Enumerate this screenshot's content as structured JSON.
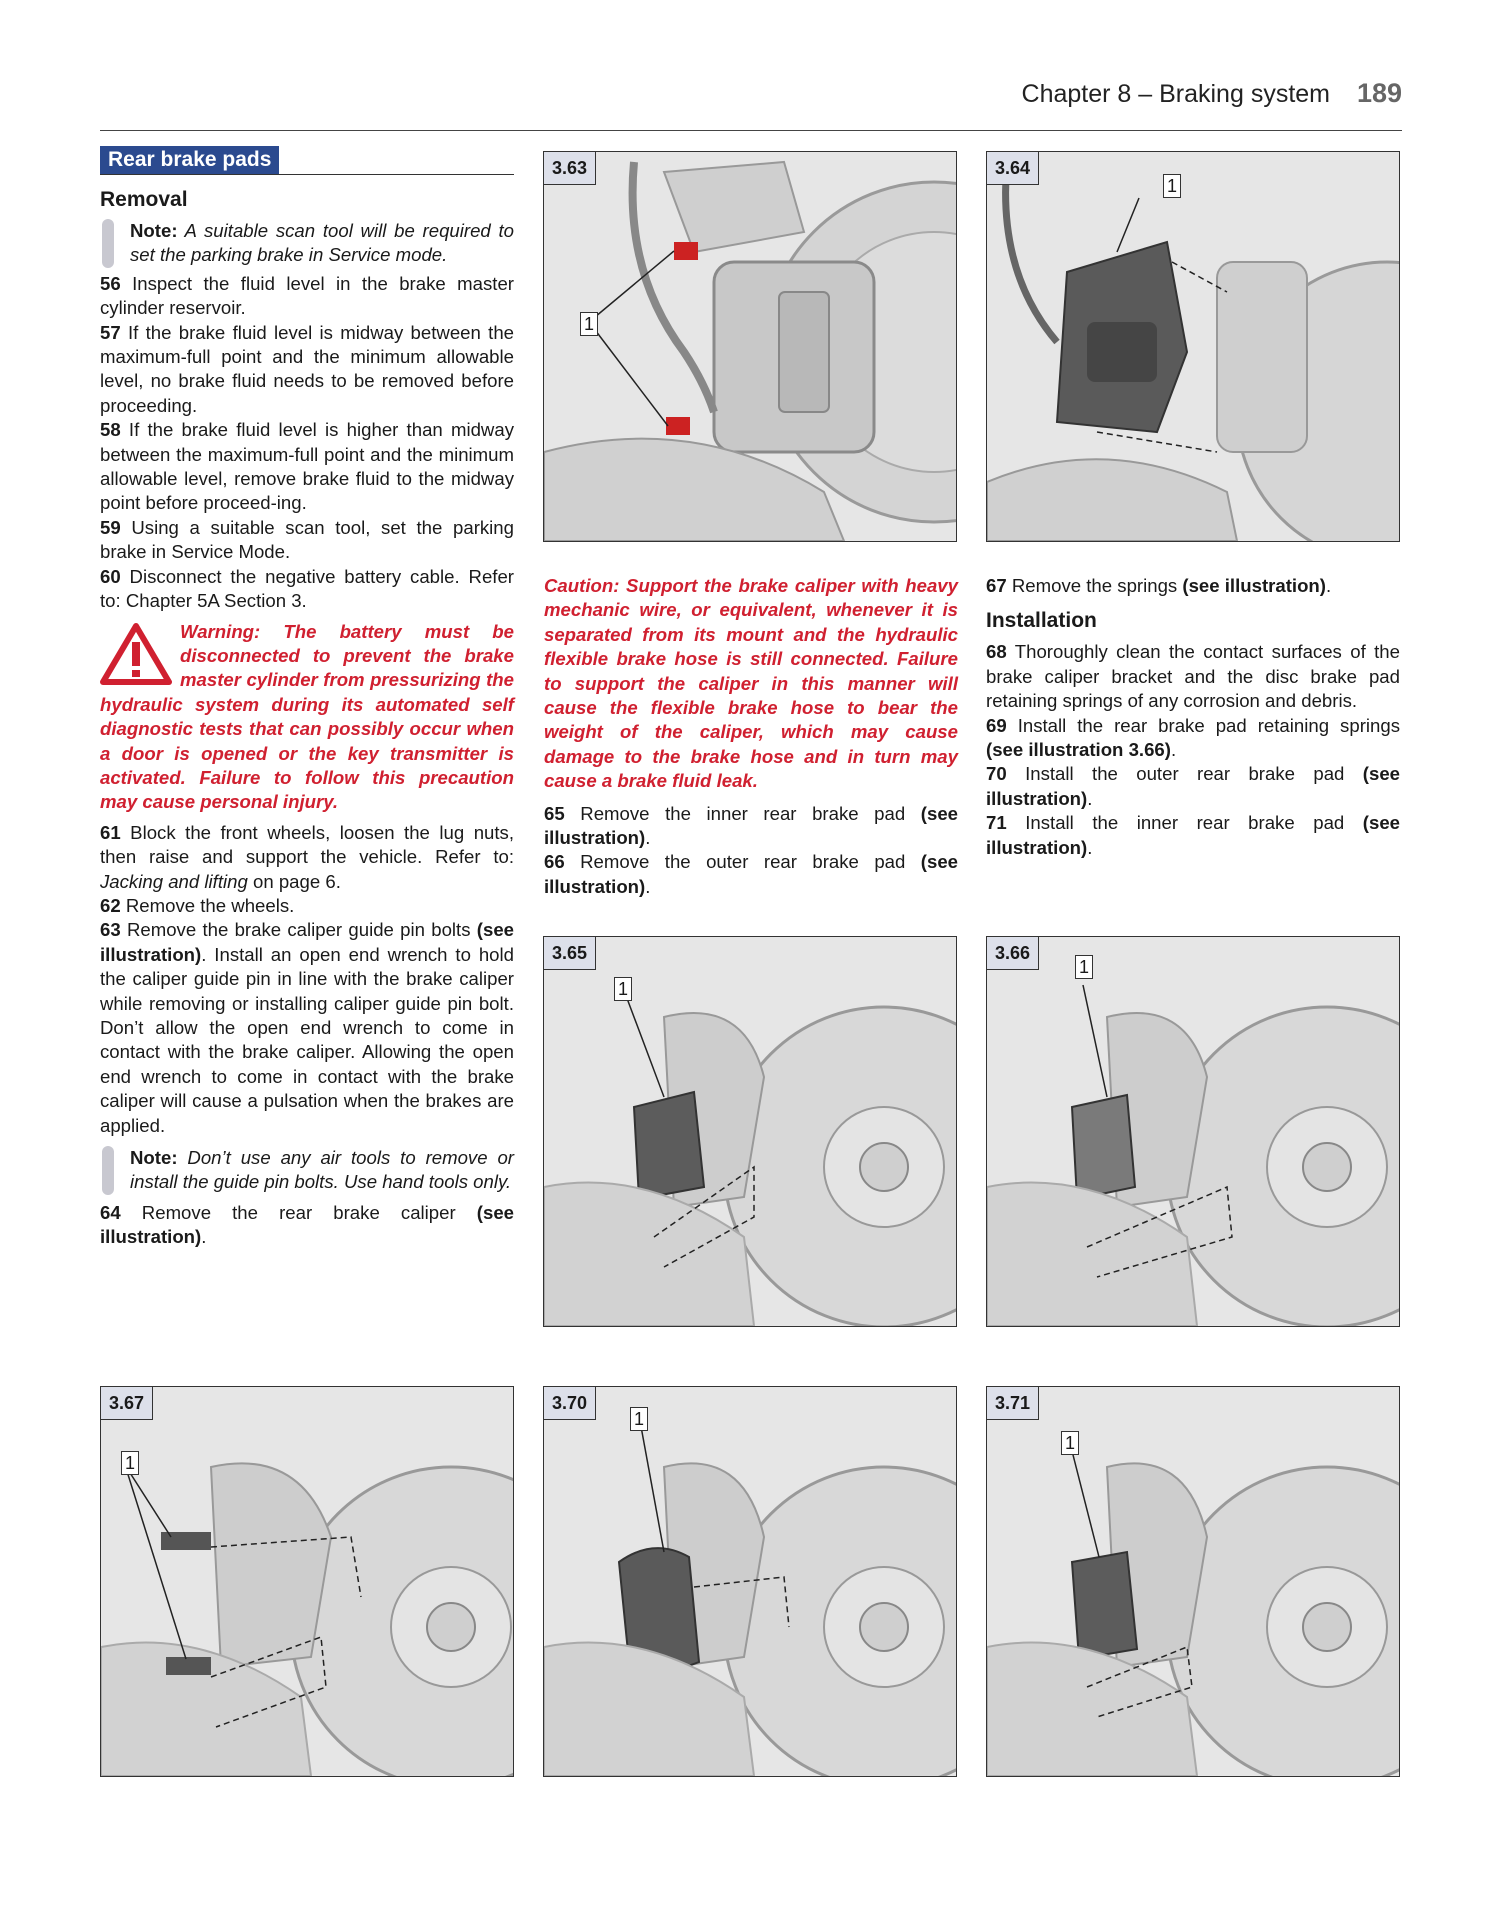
{
  "header": {
    "chapter": "Chapter 8 – Braking system",
    "page": "189"
  },
  "col1": {
    "section_title": "Rear brake pads",
    "removal_heading": "Removal",
    "note1": {
      "label": "Note:",
      "text": " A suitable scan tool will be required to set the parking brake in Service mode."
    },
    "s56": {
      "n": "56",
      "t": " Inspect the fluid level in the brake master cylinder reservoir."
    },
    "s57": {
      "n": "57",
      "t": " If the brake fluid level is midway between the maximum-full point and the minimum allowable level, no brake fluid needs to be removed before proceeding."
    },
    "s58": {
      "n": "58",
      "t": " If the brake fluid level is higher than midway between the maximum-full point and the minimum allowable level, remove brake fluid to the midway point before proceed-ing."
    },
    "s59": {
      "n": "59",
      "t": " Using a suitable scan tool, set the parking brake in Service Mode."
    },
    "s60": {
      "n": "60",
      "t": " Disconnect the negative battery cable. Refer to: Chapter 5A Section 3."
    },
    "warning": "Warning: The battery must be disconnected to prevent the brake master cylinder from pressurizing the hydraulic system during its automated self diagnostic tests that can possibly occur when a door is opened or the key transmitter is activated. Failure to follow this precaution may cause personal injury.",
    "s61": {
      "n": "61",
      "t": " Block the front wheels, loosen the lug nuts, then raise and support the vehicle. Refer to: ",
      "it": "Jacking and lifting",
      "t2": " on page 6."
    },
    "s62": {
      "n": "62",
      "t": " Remove the wheels."
    },
    "s63": {
      "n": "63",
      "t": " Remove the brake caliper guide pin bolts ",
      "b": "(see illustration)",
      "t2": ". Install an open end wrench to hold the caliper guide pin in line with the brake caliper while removing or installing caliper guide pin bolt. Don’t allow the open end wrench to come in contact with the brake caliper. Allowing the open end wrench to come in contact with the brake caliper will cause a pulsation when the brakes are applied."
    },
    "note2": {
      "label": "Note:",
      "text": " Don’t use any air tools to remove or install the guide pin bolts. Use hand tools only."
    },
    "s64": {
      "n": "64",
      "t": " Remove the rear brake caliper ",
      "b": "(see illustration)",
      "t2": "."
    }
  },
  "col2": {
    "caution": "Caution: Support the brake caliper with heavy mechanic wire, or equivalent, whenever it is separated from its mount and the hydraulic flexible brake hose is still connected. Failure to support the caliper in this manner will cause the flexible brake hose to bear the weight of the caliper, which may cause damage to the brake hose and in turn may cause a brake fluid leak.",
    "s65": {
      "n": "65",
      "t": " Remove the inner rear brake pad ",
      "b": "(see illustration)",
      "t2": "."
    },
    "s66": {
      "n": "66",
      "t": " Remove the outer rear brake pad ",
      "b": "(see illustration)",
      "t2": "."
    }
  },
  "col3": {
    "s67": {
      "n": "67",
      "t": " Remove the springs ",
      "b": "(see illustration)",
      "t2": "."
    },
    "install_heading": "Installation",
    "s68": {
      "n": "68",
      "t": " Thoroughly clean the contact surfaces of the brake caliper bracket and the disc brake pad retaining springs of any corrosion and debris."
    },
    "s69": {
      "n": "69",
      "t": " Install the rear brake pad retaining springs ",
      "b": "(see illustration 3.66)",
      "t2": "."
    },
    "s70": {
      "n": "70",
      "t": " Install the outer rear brake pad ",
      "b": "(see illustration)",
      "t2": "."
    },
    "s71": {
      "n": "71",
      "t": " Install the inner rear brake pad ",
      "b": "(see illustration)",
      "t2": "."
    }
  },
  "figures": {
    "f363": {
      "label": "3.63",
      "callout": "1"
    },
    "f364": {
      "label": "3.64",
      "callout": "1"
    },
    "f365": {
      "label": "3.65",
      "callout": "1"
    },
    "f366": {
      "label": "3.66",
      "callout": "1"
    },
    "f367": {
      "label": "3.67",
      "callout": "1"
    },
    "f370": {
      "label": "3.70",
      "callout": "1"
    },
    "f371": {
      "label": "3.71",
      "callout": "1"
    }
  },
  "colors": {
    "warning_red": "#d02030",
    "section_blue": "#2b4a8f",
    "figure_label_bg": "#dde0ea"
  }
}
